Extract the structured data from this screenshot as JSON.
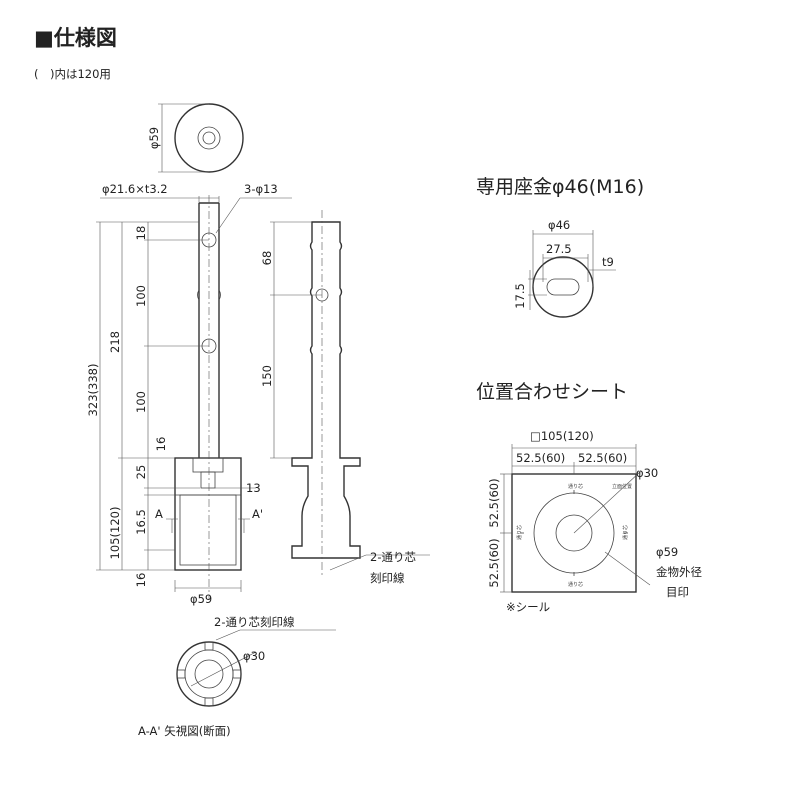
{
  "header": {
    "title": "■仕様図",
    "note": "(　)内は120用"
  },
  "post_view": {
    "top_diameter": "φ59",
    "pipe_spec": "φ21.6×t3.2",
    "holes": "3-φ13",
    "dim_18": "18",
    "dim_100_upper": "100",
    "dim_218": "218",
    "dim_100_lower": "100",
    "dim_total": "323(338)",
    "dim_16_top": "16",
    "dim_25": "25",
    "dim_13": "13",
    "dim_105": "105(120)",
    "dim_16_5": "16.5",
    "dim_16_bottom": "16",
    "section_a": "A",
    "section_a_prime": "A'",
    "base_diameter": "φ59"
  },
  "side_view": {
    "dim_68": "68",
    "dim_150": "150",
    "marking_label_1": "2-通り芯",
    "marking_label_2": "刻印線"
  },
  "section_view": {
    "marking": "2-通り芯刻印線",
    "diameter": "φ30",
    "caption": "A-A' 矢視図(断面)"
  },
  "washer": {
    "title": "専用座金φ46(M16)",
    "outer": "φ46",
    "slot_width": "27.5",
    "thickness": "t9",
    "slot_height": "17.5"
  },
  "sheet": {
    "title": "位置合わせシート",
    "size": "□105(120)",
    "top_half_left": "52.5(60)",
    "top_half_right": "52.5(60)",
    "left_half_upper": "52.5(60)",
    "left_half_lower": "52.5(60)",
    "hole": "φ30",
    "outer_mark_1": "φ59",
    "outer_mark_2": "金物外径",
    "outer_mark_3": "目印",
    "seal": "※シール",
    "tiny_label_top": "通り芯",
    "tiny_label_top_right": "立面位置",
    "tiny_label_left": "通り芯",
    "tiny_label_right": "通り芯",
    "tiny_label_bottom": "通り芯"
  }
}
